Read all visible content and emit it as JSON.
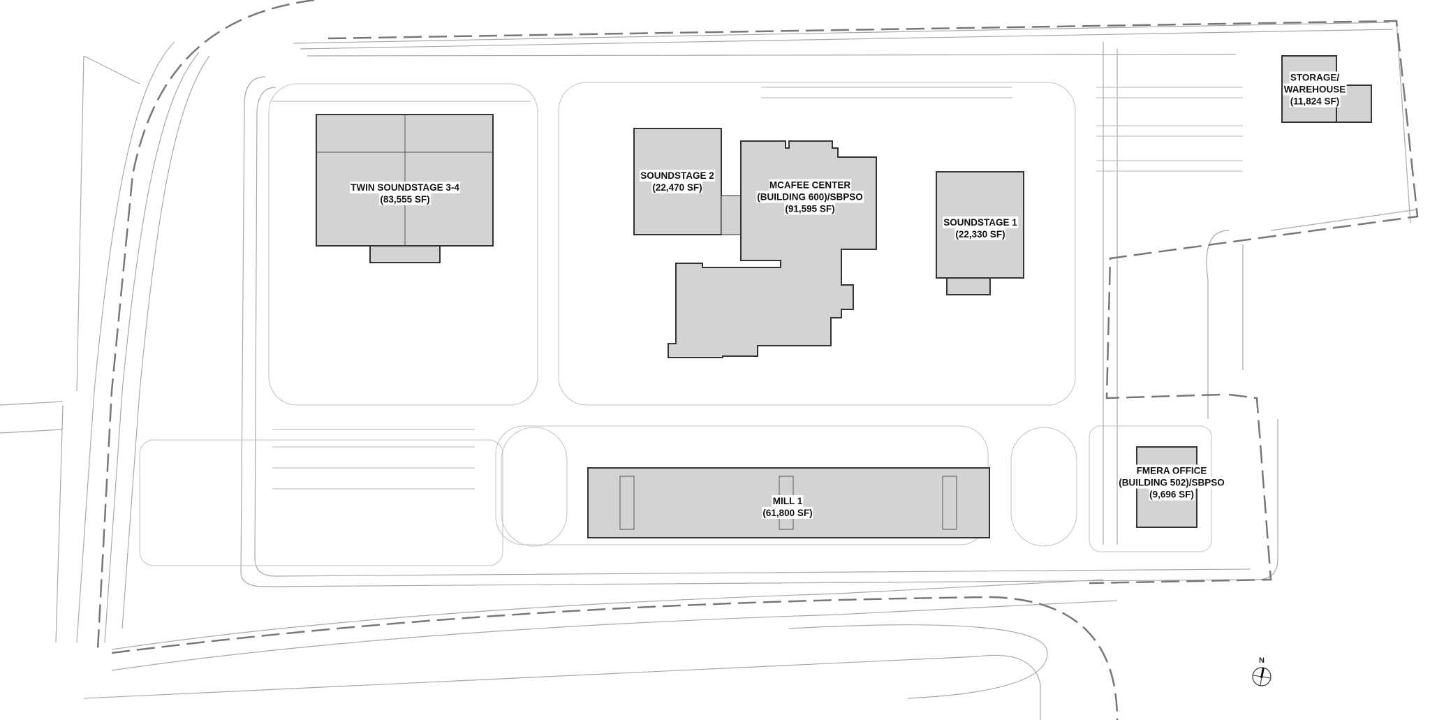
{
  "map": {
    "type": "site-plan",
    "colors": {
      "building_fill": "#d3d3d3",
      "building_outline": "#333333",
      "linework": "#9a9a9a",
      "property_line": "#7a7a7a",
      "background": "#ffffff"
    },
    "buildings": [
      {
        "id": "twin-soundstage",
        "name": "TWIN SOUNDSTAGE 3-4",
        "area": "(83,555 SF)"
      },
      {
        "id": "soundstage-2",
        "name": "SOUNDSTAGE 2",
        "area": "(22,470 SF)"
      },
      {
        "id": "mcafee-center",
        "name": "MCAFEE CENTER",
        "subtitle": "(BUILDING 600)/SBPSO",
        "area": "(91,595 SF)"
      },
      {
        "id": "soundstage-1",
        "name": "SOUNDSTAGE 1",
        "area": "(22,330 SF)"
      },
      {
        "id": "storage-warehouse",
        "name": "STORAGE/",
        "subtitle": "WAREHOUSE",
        "area": "(11,824 SF)"
      },
      {
        "id": "fmera-office",
        "name": "FMERA OFFICE",
        "subtitle": "(BUILDING 502)/SBPSO",
        "area": "(9,696 SF)"
      },
      {
        "id": "mill-1",
        "name": "MILL 1",
        "area": "(61,800 SF)"
      }
    ],
    "north_arrow": {
      "label": "N"
    }
  }
}
